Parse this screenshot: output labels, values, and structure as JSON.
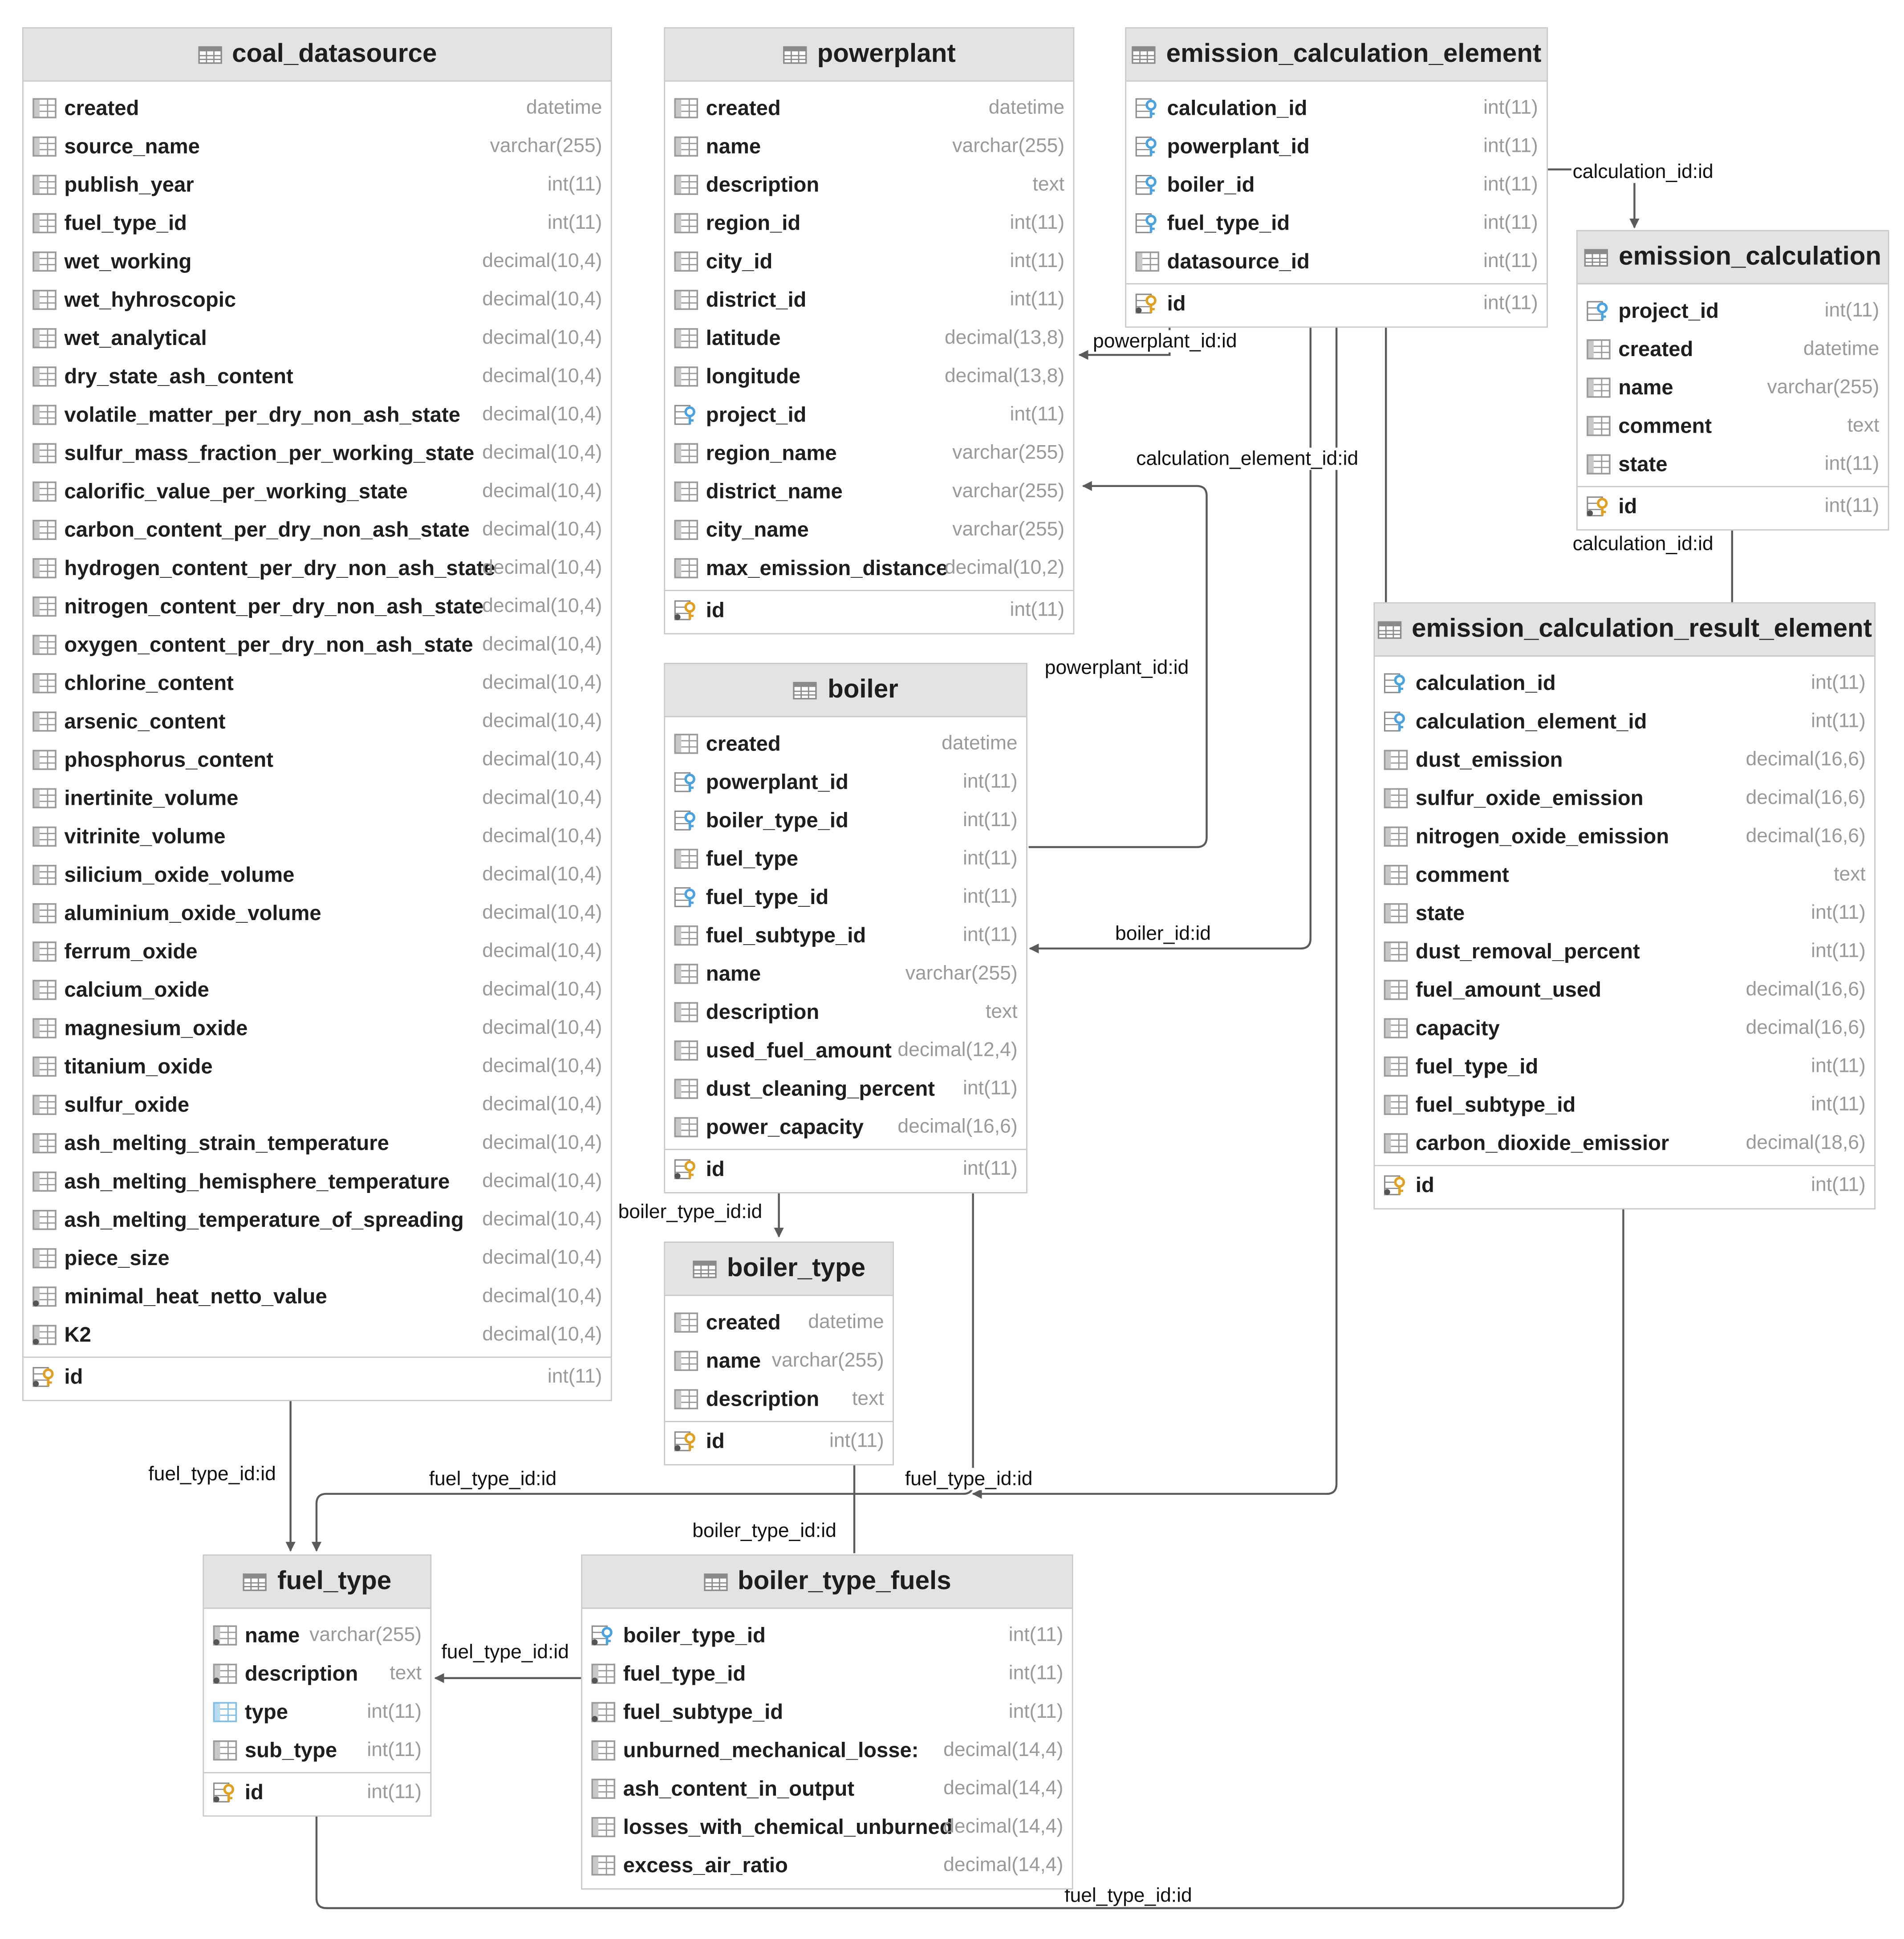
{
  "tables": [
    {
      "id": "coal_datasource",
      "name": "coal_datasource",
      "columns": [
        {
          "name": "created",
          "type": "datetime",
          "kind": "col"
        },
        {
          "name": "source_name",
          "type": "varchar(255)",
          "kind": "col"
        },
        {
          "name": "publish_year",
          "type": "int(11)",
          "kind": "col"
        },
        {
          "name": "fuel_type_id",
          "type": "int(11)",
          "kind": "col"
        },
        {
          "name": "wet_working",
          "type": "decimal(10,4)",
          "kind": "col"
        },
        {
          "name": "wet_hyhroscopic",
          "type": "decimal(10,4)",
          "kind": "col"
        },
        {
          "name": "wet_analytical",
          "type": "decimal(10,4)",
          "kind": "col"
        },
        {
          "name": "dry_state_ash_content",
          "type": "decimal(10,4)",
          "kind": "col"
        },
        {
          "name": "volatile_matter_per_dry_non_ash_state",
          "type": "decimal(10,4)",
          "kind": "col"
        },
        {
          "name": "sulfur_mass_fraction_per_working_state",
          "type": "decimal(10,4)",
          "kind": "col"
        },
        {
          "name": "calorific_value_per_working_state",
          "type": "decimal(10,4)",
          "kind": "col"
        },
        {
          "name": "carbon_content_per_dry_non_ash_state",
          "type": "decimal(10,4)",
          "kind": "col"
        },
        {
          "name": "hydrogen_content_per_dry_non_ash_state",
          "type": "decimal(10,4)",
          "kind": "col"
        },
        {
          "name": "nitrogen_content_per_dry_non_ash_state",
          "type": "decimal(10,4)",
          "kind": "col"
        },
        {
          "name": "oxygen_content_per_dry_non_ash_state",
          "type": "decimal(10,4)",
          "kind": "col"
        },
        {
          "name": "chlorine_content",
          "type": "decimal(10,4)",
          "kind": "col"
        },
        {
          "name": "arsenic_content",
          "type": "decimal(10,4)",
          "kind": "col"
        },
        {
          "name": "phosphorus_content",
          "type": "decimal(10,4)",
          "kind": "col"
        },
        {
          "name": "inertinite_volume",
          "type": "decimal(10,4)",
          "kind": "col"
        },
        {
          "name": "vitrinite_volume",
          "type": "decimal(10,4)",
          "kind": "col"
        },
        {
          "name": "silicium_oxide_volume",
          "type": "decimal(10,4)",
          "kind": "col"
        },
        {
          "name": "aluminium_oxide_volume",
          "type": "decimal(10,4)",
          "kind": "col"
        },
        {
          "name": "ferrum_oxide",
          "type": "decimal(10,4)",
          "kind": "col"
        },
        {
          "name": "calcium_oxide",
          "type": "decimal(10,4)",
          "kind": "col"
        },
        {
          "name": "magnesium_oxide",
          "type": "decimal(10,4)",
          "kind": "col"
        },
        {
          "name": "titanium_oxide",
          "type": "decimal(10,4)",
          "kind": "col"
        },
        {
          "name": "sulfur_oxide",
          "type": "decimal(10,4)",
          "kind": "col"
        },
        {
          "name": "ash_melting_strain_temperature",
          "type": "decimal(10,4)",
          "kind": "col"
        },
        {
          "name": "ash_melting_hemisphere_temperature",
          "type": "decimal(10,4)",
          "kind": "col"
        },
        {
          "name": "ash_melting_temperature_of_spreading",
          "type": "decimal(10,4)",
          "kind": "col"
        },
        {
          "name": "piece_size",
          "type": "decimal(10,4)",
          "kind": "col"
        },
        {
          "name": "minimal_heat_netto_value",
          "type": "decimal(10,4)",
          "kind": "nncol"
        },
        {
          "name": "K2",
          "type": "decimal(10,4)",
          "kind": "nncol"
        },
        {
          "name": "id",
          "type": "int(11)",
          "kind": "pk"
        }
      ]
    },
    {
      "id": "powerplant",
      "name": "powerplant",
      "columns": [
        {
          "name": "created",
          "type": "datetime",
          "kind": "col"
        },
        {
          "name": "name",
          "type": "varchar(255)",
          "kind": "col"
        },
        {
          "name": "description",
          "type": "text",
          "kind": "col"
        },
        {
          "name": "region_id",
          "type": "int(11)",
          "kind": "col"
        },
        {
          "name": "city_id",
          "type": "int(11)",
          "kind": "col"
        },
        {
          "name": "district_id",
          "type": "int(11)",
          "kind": "col"
        },
        {
          "name": "latitude",
          "type": "decimal(13,8)",
          "kind": "col"
        },
        {
          "name": "longitude",
          "type": "decimal(13,8)",
          "kind": "col"
        },
        {
          "name": "project_id",
          "type": "int(11)",
          "kind": "fk"
        },
        {
          "name": "region_name",
          "type": "varchar(255)",
          "kind": "col"
        },
        {
          "name": "district_name",
          "type": "varchar(255)",
          "kind": "col"
        },
        {
          "name": "city_name",
          "type": "varchar(255)",
          "kind": "col"
        },
        {
          "name": "max_emission_distance",
          "type": "decimal(10,2)",
          "kind": "col"
        },
        {
          "name": "id",
          "type": "int(11)",
          "kind": "pk"
        }
      ]
    },
    {
      "id": "emission_calculation_element",
      "name": "emission_calculation_element",
      "columns": [
        {
          "name": "calculation_id",
          "type": "int(11)",
          "kind": "fk"
        },
        {
          "name": "powerplant_id",
          "type": "int(11)",
          "kind": "fk"
        },
        {
          "name": "boiler_id",
          "type": "int(11)",
          "kind": "fk"
        },
        {
          "name": "fuel_type_id",
          "type": "int(11)",
          "kind": "fk"
        },
        {
          "name": "datasource_id",
          "type": "int(11)",
          "kind": "col"
        },
        {
          "name": "id",
          "type": "int(11)",
          "kind": "pk"
        }
      ]
    },
    {
      "id": "emission_calculation",
      "name": "emission_calculation",
      "columns": [
        {
          "name": "project_id",
          "type": "int(11)",
          "kind": "fk"
        },
        {
          "name": "created",
          "type": "datetime",
          "kind": "col"
        },
        {
          "name": "name",
          "type": "varchar(255)",
          "kind": "col"
        },
        {
          "name": "comment",
          "type": "text",
          "kind": "col"
        },
        {
          "name": "state",
          "type": "int(11)",
          "kind": "col"
        },
        {
          "name": "id",
          "type": "int(11)",
          "kind": "pk"
        }
      ]
    },
    {
      "id": "boiler",
      "name": "boiler",
      "columns": [
        {
          "name": "created",
          "type": "datetime",
          "kind": "col"
        },
        {
          "name": "powerplant_id",
          "type": "int(11)",
          "kind": "fk"
        },
        {
          "name": "boiler_type_id",
          "type": "int(11)",
          "kind": "fk"
        },
        {
          "name": "fuel_type",
          "type": "int(11)",
          "kind": "col"
        },
        {
          "name": "fuel_type_id",
          "type": "int(11)",
          "kind": "fk"
        },
        {
          "name": "fuel_subtype_id",
          "type": "int(11)",
          "kind": "col"
        },
        {
          "name": "name",
          "type": "varchar(255)",
          "kind": "col"
        },
        {
          "name": "description",
          "type": "text",
          "kind": "col"
        },
        {
          "name": "used_fuel_amount",
          "type": "decimal(12,4)",
          "kind": "col"
        },
        {
          "name": "dust_cleaning_percent",
          "type": "int(11)",
          "kind": "col"
        },
        {
          "name": "power_capacity",
          "type": "decimal(16,6)",
          "kind": "col"
        },
        {
          "name": "id",
          "type": "int(11)",
          "kind": "pk"
        }
      ]
    },
    {
      "id": "emission_calculation_result_element",
      "name": "emission_calculation_result_element",
      "columns": [
        {
          "name": "calculation_id",
          "type": "int(11)",
          "kind": "fk"
        },
        {
          "name": "calculation_element_id",
          "type": "int(11)",
          "kind": "fk"
        },
        {
          "name": "dust_emission",
          "type": "decimal(16,6)",
          "kind": "col"
        },
        {
          "name": "sulfur_oxide_emission",
          "type": "decimal(16,6)",
          "kind": "col"
        },
        {
          "name": "nitrogen_oxide_emission",
          "type": "decimal(16,6)",
          "kind": "col"
        },
        {
          "name": "comment",
          "type": "text",
          "kind": "col"
        },
        {
          "name": "state",
          "type": "int(11)",
          "kind": "col"
        },
        {
          "name": "dust_removal_percent",
          "type": "int(11)",
          "kind": "col"
        },
        {
          "name": "fuel_amount_used",
          "type": "decimal(16,6)",
          "kind": "col"
        },
        {
          "name": "capacity",
          "type": "decimal(16,6)",
          "kind": "col"
        },
        {
          "name": "fuel_type_id",
          "type": "int(11)",
          "kind": "col"
        },
        {
          "name": "fuel_subtype_id",
          "type": "int(11)",
          "kind": "col"
        },
        {
          "name": "carbon_dioxide_emissior",
          "type": "decimal(18,6)",
          "kind": "col"
        },
        {
          "name": "id",
          "type": "int(11)",
          "kind": "pk"
        }
      ]
    },
    {
      "id": "boiler_type",
      "name": "boiler_type",
      "columns": [
        {
          "name": "created",
          "type": "datetime",
          "kind": "col"
        },
        {
          "name": "name",
          "type": "varchar(255)",
          "kind": "col"
        },
        {
          "name": "description",
          "type": "text",
          "kind": "col"
        },
        {
          "name": "id",
          "type": "int(11)",
          "kind": "pk"
        }
      ]
    },
    {
      "id": "fuel_type",
      "name": "fuel_type",
      "columns": [
        {
          "name": "name",
          "type": "varchar(255)",
          "kind": "nncol"
        },
        {
          "name": "description",
          "type": "text",
          "kind": "nncol"
        },
        {
          "name": "type",
          "type": "int(11)",
          "kind": "idx"
        },
        {
          "name": "sub_type",
          "type": "int(11)",
          "kind": "col"
        },
        {
          "name": "id",
          "type": "int(11)",
          "kind": "pk"
        }
      ]
    },
    {
      "id": "boiler_type_fuels",
      "name": "boiler_type_fuels",
      "columns": [
        {
          "name": "boiler_type_id",
          "type": "int(11)",
          "kind": "nnfk"
        },
        {
          "name": "fuel_type_id",
          "type": "int(11)",
          "kind": "nncol"
        },
        {
          "name": "fuel_subtype_id",
          "type": "int(11)",
          "kind": "nncol"
        },
        {
          "name": "unburned_mechanical_losse:",
          "type": "decimal(14,4)",
          "kind": "col"
        },
        {
          "name": "ash_content_in_output",
          "type": "decimal(14,4)",
          "kind": "col"
        },
        {
          "name": "losses_with_chemical_unburned",
          "type": "decimal(14,4)",
          "kind": "col"
        },
        {
          "name": "excess_air_ratio",
          "type": "decimal(14,4)",
          "kind": "col"
        }
      ]
    }
  ],
  "links": [
    {
      "id": "ece-to-ec",
      "label": "calculation_id:id"
    },
    {
      "id": "ece-to-pp",
      "label": "powerplant_id:id"
    },
    {
      "id": "ecre-to-ece",
      "label": "calculation_element_id:id"
    },
    {
      "id": "boiler-to-pp",
      "label": "powerplant_id:id"
    },
    {
      "id": "ece-to-boiler",
      "label": "boiler_id:id"
    },
    {
      "id": "ecre-to-ec",
      "label": "calculation_id:id"
    },
    {
      "id": "boiler-to-bt",
      "label": "boiler_type_id:id"
    },
    {
      "id": "cds-to-ft",
      "label": "fuel_type_id:id"
    },
    {
      "id": "boiler-to-ft",
      "label": "fuel_type_id:id"
    },
    {
      "id": "ece-to-ft",
      "label": "fuel_type_id:id"
    },
    {
      "id": "btf-to-bt",
      "label": "boiler_type_id:id"
    },
    {
      "id": "btf-to-ft",
      "label": "fuel_type_id:id"
    },
    {
      "id": "ecre-to-ft",
      "label": "fuel_type_id:id"
    }
  ],
  "colors": {
    "header_bg": "#e3e3e3",
    "border": "#c8c8c8",
    "column_text": "#1e1e1e",
    "type_text": "#9a9a9a",
    "link_line": "#5a5a5a",
    "fk_key": "#4aa3df",
    "pk_key": "#e0a020"
  }
}
